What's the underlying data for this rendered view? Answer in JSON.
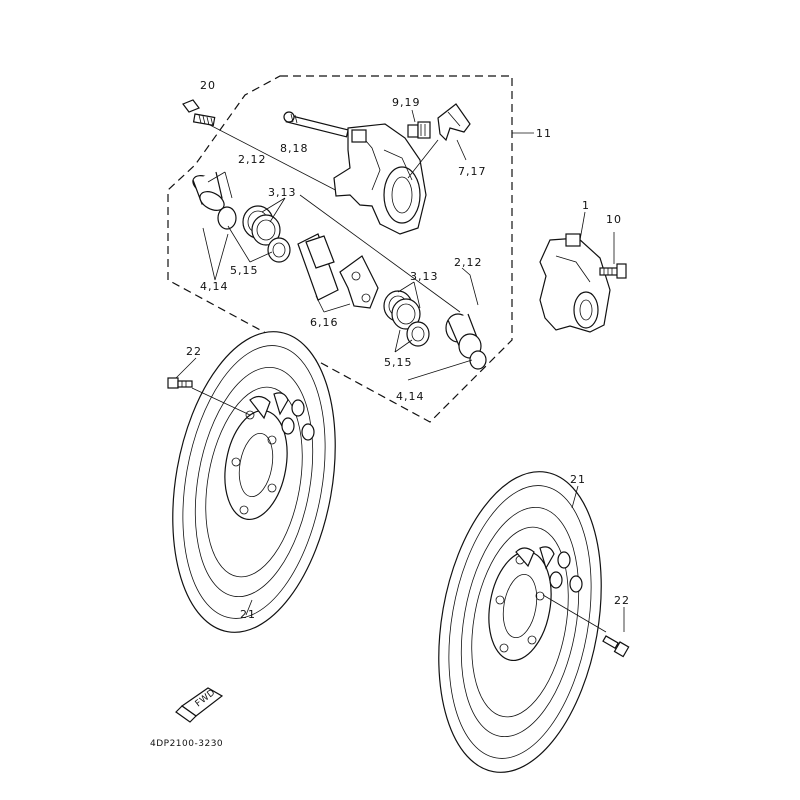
{
  "diagram": {
    "drawing_code": "4DP2100-3230",
    "fwd_badge": "FWD",
    "callouts": {
      "c20": "20",
      "c9_19": "9,19",
      "c8_18": "8,18",
      "c11": "11",
      "c7_17": "7,17",
      "c2_12_left": "2,12",
      "c3_13_left": "3,13",
      "c5_15_left": "5,15",
      "c4_14_left": "4,14",
      "c6_16": "6,16",
      "c3_13_right": "3,13",
      "c2_12_right": "2,12",
      "c5_15_right": "5,15",
      "c4_14_right": "4,14",
      "c1": "1",
      "c10": "10",
      "c22_top": "22",
      "c21_left": "21",
      "c21_right": "21",
      "c22_right": "22"
    }
  }
}
